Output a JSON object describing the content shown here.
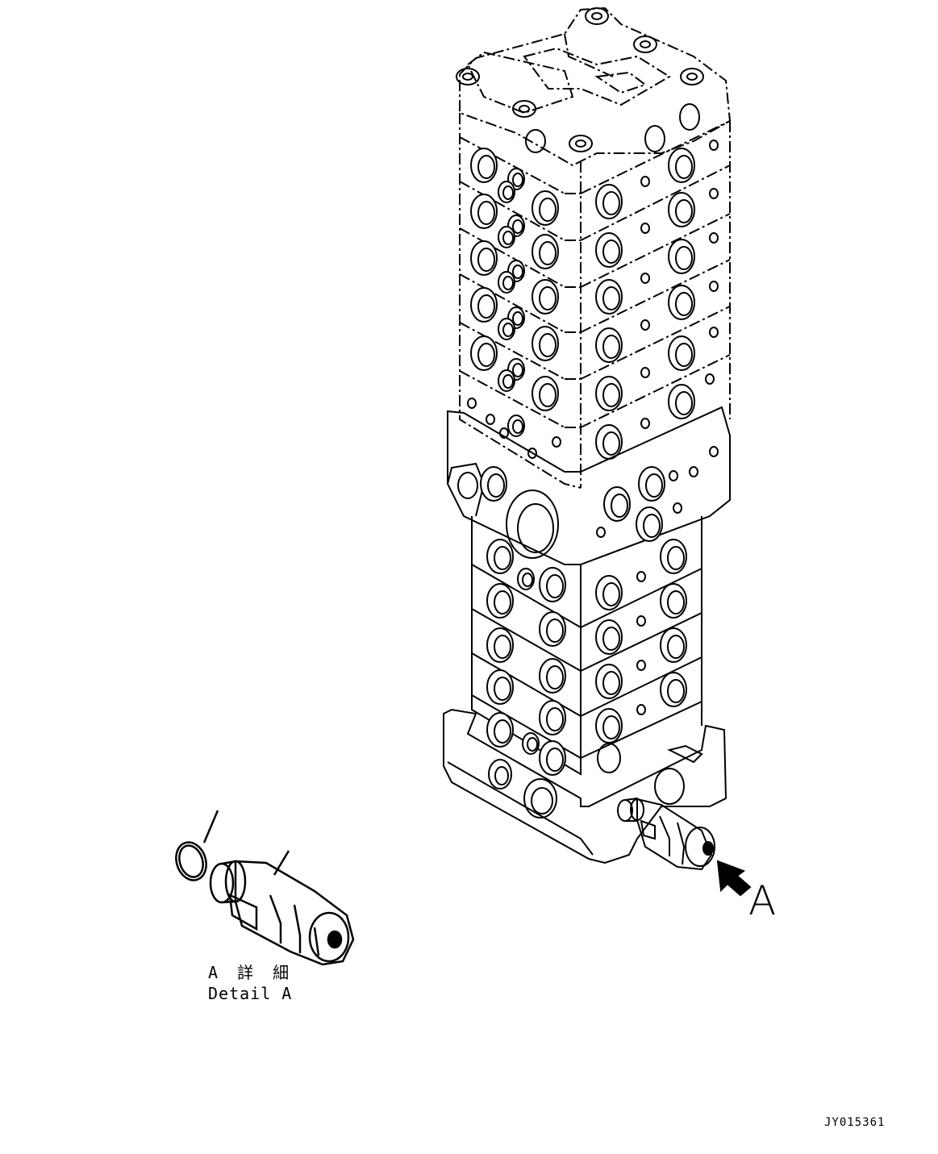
{
  "figure": {
    "view_label": "A",
    "detail_label_ja": "A 詳 細",
    "detail_label_en": "Detail A",
    "drawing_code": "JY015361"
  },
  "icons": {
    "view_arrow": "arrow-icon"
  },
  "colors": {
    "line": "#000000",
    "background": "#ffffff"
  }
}
